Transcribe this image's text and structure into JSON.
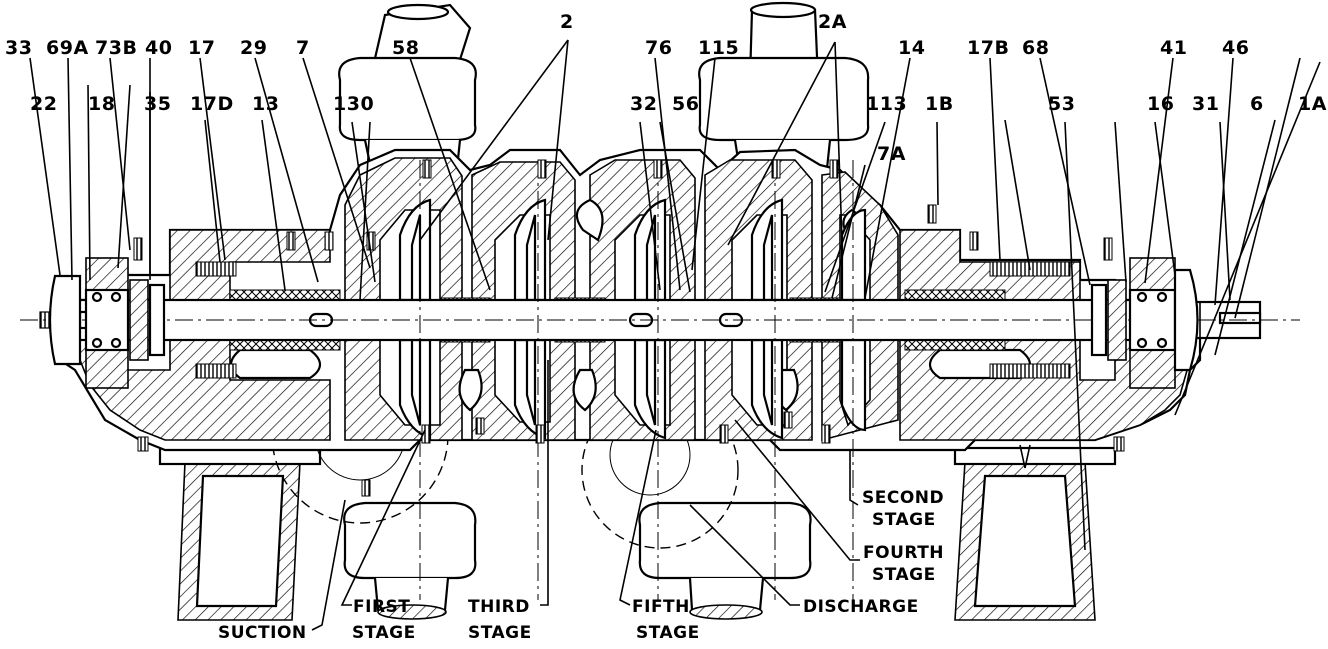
{
  "part_numbers": [
    {
      "id": "33"
    },
    {
      "id": "69A"
    },
    {
      "id": "73B"
    },
    {
      "id": "40"
    },
    {
      "id": "17"
    },
    {
      "id": "29"
    },
    {
      "id": "7"
    },
    {
      "id": "58"
    },
    {
      "id": "2"
    },
    {
      "id": "76"
    },
    {
      "id": "115"
    },
    {
      "id": "2A"
    },
    {
      "id": "14"
    },
    {
      "id": "17B"
    },
    {
      "id": "68"
    },
    {
      "id": "41"
    },
    {
      "id": "46"
    },
    {
      "id": "22"
    },
    {
      "id": "18"
    },
    {
      "id": "35"
    },
    {
      "id": "17D"
    },
    {
      "id": "13"
    },
    {
      "id": "130"
    },
    {
      "id": "32"
    },
    {
      "id": "56"
    },
    {
      "id": "113"
    },
    {
      "id": "1B"
    },
    {
      "id": "53"
    },
    {
      "id": "16"
    },
    {
      "id": "31"
    },
    {
      "id": "6"
    },
    {
      "id": "1A"
    },
    {
      "id": "7A"
    }
  ],
  "callouts": [
    {
      "line1": "SECOND",
      "line2": "STAGE"
    },
    {
      "line1": "FOURTH",
      "line2": "STAGE"
    },
    {
      "line1": "FIRST",
      "line2": "STAGE"
    },
    {
      "line1": "THIRD",
      "line2": "STAGE"
    },
    {
      "line1": "FIFTH",
      "line2": "STAGE"
    },
    {
      "line1": "DISCHARGE",
      "line2": ""
    },
    {
      "line1": "SUCTION",
      "line2": ""
    }
  ]
}
